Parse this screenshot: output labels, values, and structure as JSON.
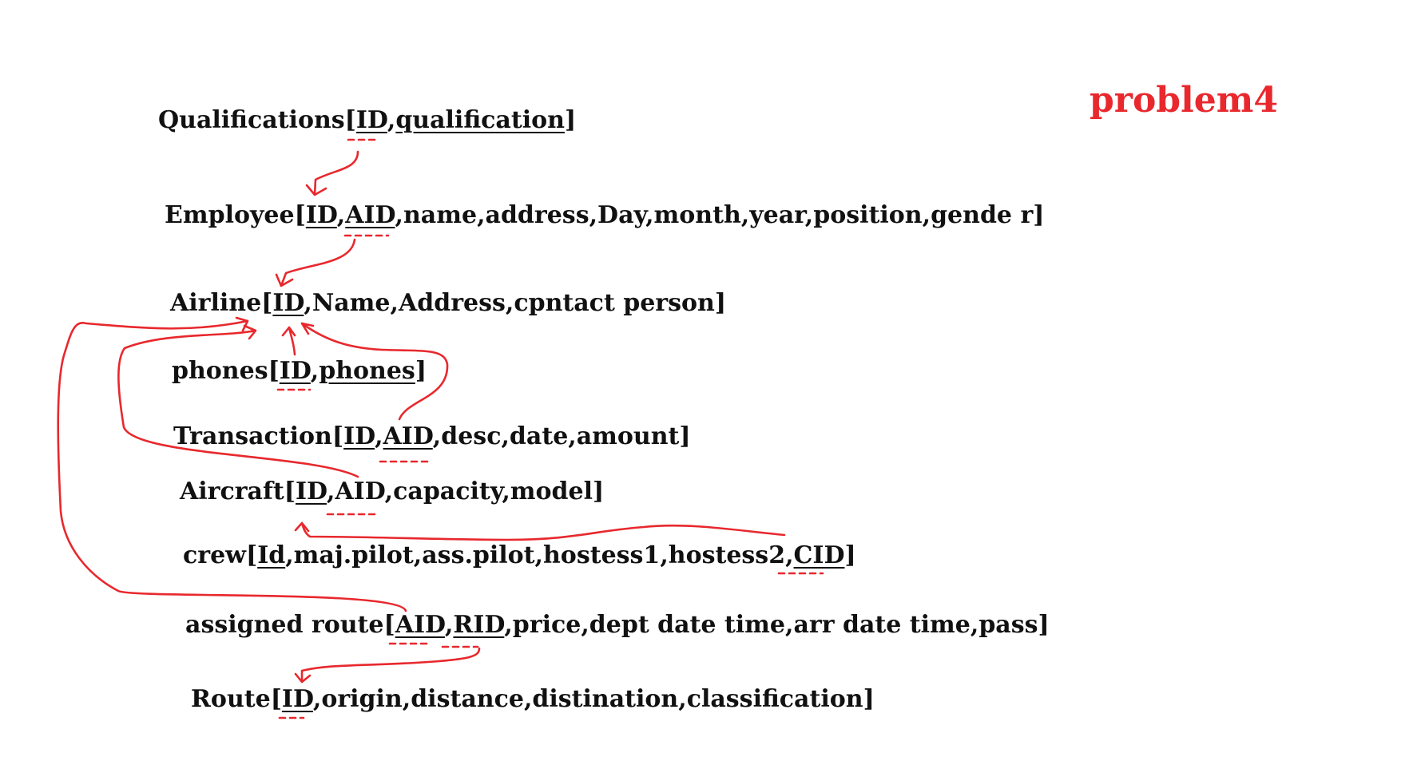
{
  "title": "problem4",
  "colors": {
    "annotation": "#e8282d",
    "text": "#111111"
  },
  "relations": [
    {
      "name": "Qualifications",
      "attributes": [
        "ID",
        "qualification"
      ],
      "keys": [
        "ID",
        "qualification"
      ]
    },
    {
      "name": "Employee",
      "attributes": [
        "ID",
        "AID",
        "name",
        "address",
        "Day",
        "month",
        "year",
        "position",
        "gende r"
      ],
      "keys": [
        "ID",
        "AID"
      ]
    },
    {
      "name": "Airline",
      "attributes": [
        "ID",
        "Name",
        "Address",
        "cpntact person"
      ],
      "keys": [
        "ID"
      ]
    },
    {
      "name": "phones",
      "attributes": [
        "ID",
        "phones"
      ],
      "keys": [
        "ID",
        "phones"
      ]
    },
    {
      "name": "Transaction",
      "attributes": [
        "ID",
        "AID",
        "desc",
        "date",
        "amount"
      ],
      "keys": [
        "ID",
        "AID"
      ]
    },
    {
      "name": "Aircraft",
      "attributes": [
        "ID",
        "AID",
        "capacity",
        "model"
      ],
      "keys": [
        "ID"
      ]
    },
    {
      "name": "crew",
      "attributes": [
        "Id",
        "maj.pilot",
        "ass.pilot",
        "hostess1",
        "hostess2",
        "CID"
      ],
      "keys": [
        "Id",
        "CID"
      ]
    },
    {
      "name": "assigned route",
      "attributes": [
        "AID",
        "RID",
        "price",
        "dept date time",
        "arr date time",
        "pass"
      ],
      "keys": [
        "AID",
        "RID"
      ]
    },
    {
      "name": "Route",
      "attributes": [
        "ID",
        "origin",
        "distance",
        "distination",
        "classification"
      ],
      "keys": [
        "ID"
      ]
    }
  ],
  "links": [
    {
      "from": "Qualifications.ID",
      "to": "Employee"
    },
    {
      "from": "Employee.AID",
      "to": "Airline"
    },
    {
      "from": "phones.ID",
      "to": "Airline"
    },
    {
      "from": "Transaction.AID",
      "to": "Airline"
    },
    {
      "from": "Aircraft.AID",
      "to": "Airline"
    },
    {
      "from": "crew.CID",
      "to": "Aircraft"
    },
    {
      "from": "assigned route.AID",
      "to": "Airline"
    },
    {
      "from": "assigned route.RID",
      "to": "Route"
    }
  ]
}
